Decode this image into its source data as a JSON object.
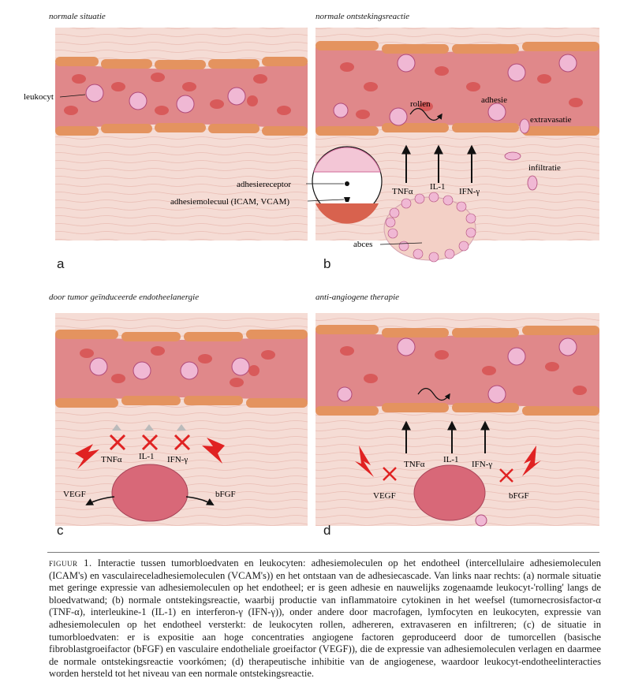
{
  "panels": {
    "a": {
      "letter": "a",
      "title": "normale situatie",
      "label_leukocyte": "leukocyt"
    },
    "b": {
      "letter": "b",
      "title": "normale ontstekingsreactie",
      "label_roll": "rollen",
      "label_adhesion": "adhesie",
      "label_extravasation": "extravasatie",
      "label_infiltration": "infiltratie",
      "label_receptor": "adhesiereceptor",
      "label_molecule": "adhesiemolecuul (ICAM, VCAM)",
      "label_abscess": "abces",
      "cytokines": [
        "TNFα",
        "IL-1",
        "IFN-γ"
      ]
    },
    "c": {
      "letter": "c",
      "title": "door tumor geïnduceerde endotheelanergie",
      "cytokines": [
        "TNFα",
        "IL-1",
        "IFN-γ"
      ],
      "factor_left": "VEGF",
      "factor_right": "bFGF"
    },
    "d": {
      "letter": "d",
      "title": "anti-angiogene therapie",
      "cytokines": [
        "TNFα",
        "IL-1",
        "IFN-γ"
      ],
      "factor_left": "VEGF",
      "factor_right": "bFGF"
    }
  },
  "caption": {
    "label": "figuur 1.",
    "text": "Interactie tussen tumorbloedvaten en leukocyten: adhesiemoleculen op het endotheel (intercellulaire adhesiemoleculen (ICAM's) en vasculaireceladhesiemoleculen (VCAM's)) en het ontstaan van de adhesiecascade. Van links naar rechts: (a) normale situatie met geringe expressie van adhesiemoleculen op het endotheel; er is geen adhesie en nauwelijks zogenaamde leukocyt-'rolling' langs de bloedvatwand; (b) normale ontstekingsreactie, waarbij productie van inflammatoire cytokinen in het weefsel (tumornecrosisfactor-α (TNF-α), interleukine-1 (IL-1) en interferon-γ (IFN-γ)), onder andere door macrofagen, lymfocyten en leukocyten, expressie van adhesiemoleculen op het endotheel versterkt: de leukocyten rollen, adhereren, extravaseren en infiltreren; (c) de situatie in tumorbloedvaten: er is expositie aan hoge concentraties angiogene factoren geproduceerd door de tumorcellen (basische fibroblastgroeifactor (bFGF) en vasculaire endotheliale groeifactor (VEGF)), die de expressie van adhesiemoleculen verlagen en daarmee de normale ontstekingsreactie voorkómen; (d) therapeutische inhibitie van de angiogenese, waardoor leukocyt-endotheelinteracties worden hersteld tot het niveau van een normale ontstekingsreactie."
  },
  "colors": {
    "tissue": "#f5dcd5",
    "vessel_lumen": "#e0888a",
    "endothelium": "#e4935f",
    "rbc": "#d85a5a",
    "leukocyte": "#f0b8d4",
    "tumor": "#d86878",
    "inhibit_red": "#e02222",
    "arrow": "#111111"
  }
}
